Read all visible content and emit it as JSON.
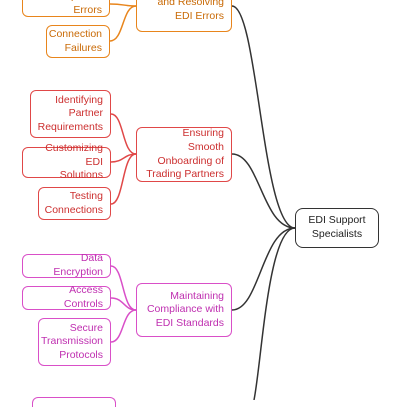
{
  "colors": {
    "root": "#333333",
    "orange": "#e8851c",
    "red": "#e04848",
    "pink": "#d94fc8"
  },
  "root": {
    "label": "EDI Support\nSpecialists"
  },
  "branches": {
    "resolving": {
      "label": "and Resolving\nEDI Errors",
      "children": [
        "Sequence Errors",
        "Connection\nFailures"
      ]
    },
    "onboarding": {
      "label": "Ensuring Smooth\nOnboarding of\nTrading Partners",
      "children": [
        "Identifying\nPartner\nRequirements",
        "Customizing EDI\nSolutions",
        "Testing\nConnections"
      ]
    },
    "compliance": {
      "label": "Maintaining\nCompliance with\nEDI Standards",
      "children": [
        "Data Encryption",
        "Access Controls",
        "Secure\nTransmission\nProtocols"
      ]
    }
  }
}
